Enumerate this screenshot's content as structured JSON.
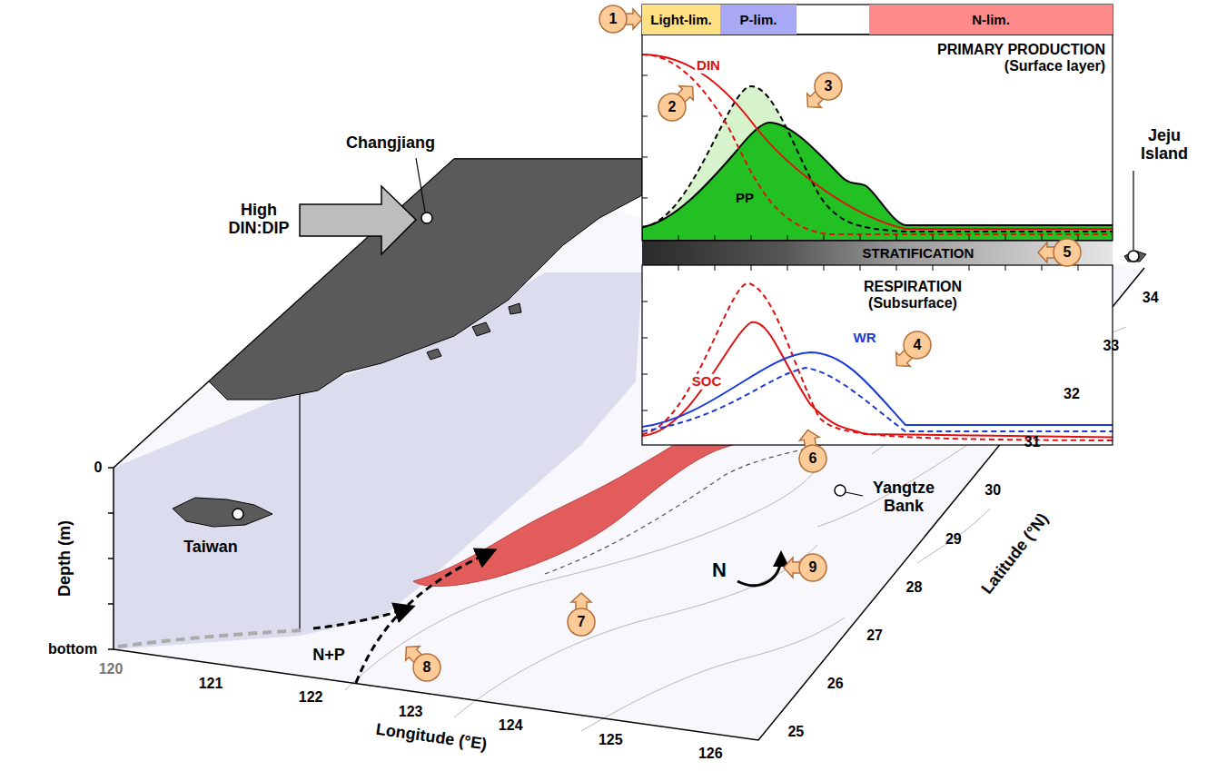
{
  "diagram": {
    "nodes": [
      {
        "text": [
          "Light-lim."
        ]
      },
      {
        "text": [
          "P-lim."
        ]
      },
      {
        "text": [
          "N-lim."
        ]
      },
      {
        "text": [
          "STRATIFICATION"
        ]
      }
    ],
    "labels": [
      "PRIMARY PRODUCTION (Surface layer)",
      "RESPIRATION (Subsurface)",
      "DIN",
      "PP",
      "SOC",
      "WR",
      "High DIN:DIP",
      "Changjiang",
      "Jeju Island",
      "Taiwan",
      "Yangtze Bank",
      "N+P",
      "N",
      "0",
      "Depth (m)",
      "bottom",
      "120",
      "121",
      "122",
      "123",
      "124",
      "125",
      "126",
      "Longitude (°E)",
      "25",
      "26",
      "27",
      "28",
      "29",
      "30",
      "31",
      "32",
      "33",
      "34",
      "Latitude (°N)",
      "1",
      "2",
      "3",
      "4",
      "5",
      "6",
      "7",
      "8",
      "9"
    ]
  }
}
